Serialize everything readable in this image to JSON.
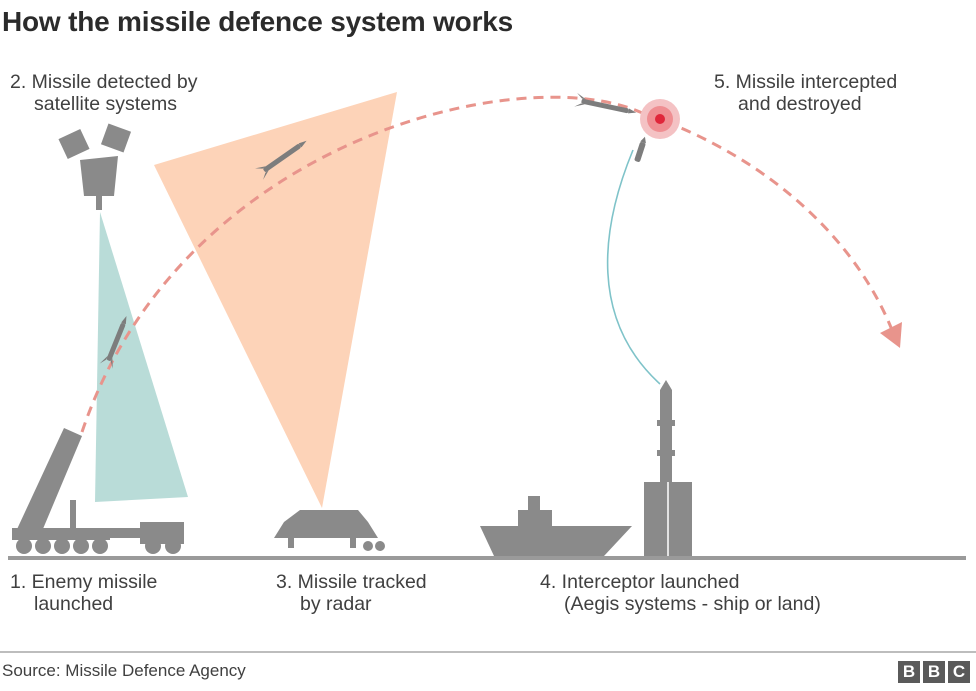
{
  "title": "How the missile defence system works",
  "steps": [
    {
      "line1": "1. Enemy missile",
      "line2": "launched"
    },
    {
      "line1": "2. Missile detected by",
      "line2": "satellite systems"
    },
    {
      "line1": "3. Missile tracked",
      "line2": "by radar"
    },
    {
      "line1": "4. Interceptor launched",
      "line2": "(Aegis systems - ship or land)"
    },
    {
      "line1": "5. Missile intercepted",
      "line2": "and destroyed"
    }
  ],
  "source": "Source: Missile Defence Agency",
  "logo": [
    "B",
    "B",
    "C"
  ],
  "colors": {
    "trajectory": "#e8948c",
    "satellite_beam": "#b9dcd8",
    "radar_beam": "#fdd3b8",
    "equipment": "#8a8a8a",
    "interceptor_path": "#7fc3c9",
    "explosion": "#e0263a",
    "ground": "#9a9a9a"
  }
}
